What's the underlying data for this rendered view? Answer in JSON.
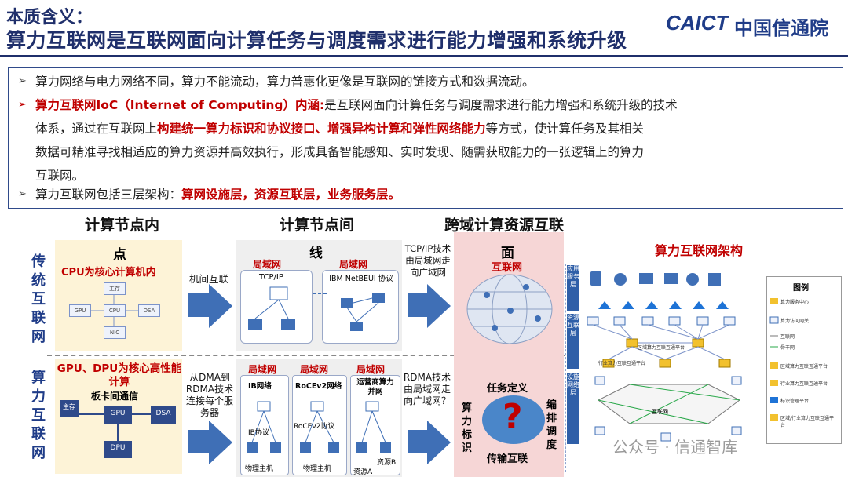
{
  "header": {
    "title_line1": "本质含义：",
    "title_line2": "算力互联网是互联网面向计算任务与调度需求进行能力增强和系统升级",
    "logo_en": "CAICT",
    "logo_cn": "中国信通院"
  },
  "bullets": {
    "b1": "算力网络与电力网络不同，算力不能流动，算力普惠化更像是互联网的链接方式和数据流动。",
    "b2_red": "算力互联网IoC（Internet of Computing）内涵:",
    "b2_text": "是互联网面向计算任务与调度需求进行能力增强和系统升级的技术",
    "b2_l2a": "体系，通过在互联网上",
    "b2_l2red": "构建统一算力标识和协议接口、增强异构计算和弹性网络能力",
    "b2_l2b": "等方式，使计算任务及其相关",
    "b2_l3": "数据可精准寻找相适应的算力资源并高效执行，形成具备智能感知、实时发现、随需获取能力的一张逻辑上的算力",
    "b2_l4": "互联网。",
    "b3_text": "算力互联网包括三层架构：",
    "b3_red": "算网设施层，资源互联层，业务服务层。"
  },
  "sections": {
    "col1": "计算节点内",
    "col2": "计算节点间",
    "col3": "跨域计算资源互联",
    "col4": "算力互联网架构"
  },
  "rows": {
    "traditional": "传统互联网",
    "computing": "算力互联网"
  },
  "traditional_row": {
    "point": "点",
    "cpu_core": "CPU为核心计算机内",
    "chips": [
      "主存",
      "GPU",
      "CPU",
      "DSA",
      "NIC"
    ],
    "arrow1_text": "机间互联",
    "line": "线",
    "lan1": "局域网",
    "lan2": "局域网",
    "tcpip": "TCP/IP",
    "ibm": "IBM NetBEUI 协议",
    "arrow2_text": "TCP/IP技术由局域网走向广域网",
    "plane": "面",
    "internet": "互联网"
  },
  "computing_row": {
    "core_title": "GPU、DPU为核心高性能计算",
    "core_sub": "板卡间通信",
    "chips": [
      "主存",
      "GPU",
      "DSA",
      "DPU"
    ],
    "arrow1_text": "从DMA到RDMA技术连接每个服务器",
    "lan_a": "局域网",
    "lan_b": "局域网",
    "lan_c": "局域网",
    "net_a": "IB网络",
    "net_b": "RoCEv2网络",
    "net_c": "运营商算力并网",
    "proto_a": "IB协议",
    "proto_b": "RoCEv2协议",
    "host_a": "物理主机",
    "host_b": "物理主机",
    "res_b": "资源B",
    "res_a": "资源A",
    "arrow2_text": "RDMA技术由局域网走向广域网？",
    "task_def": "任务定义",
    "compute_id": "算力标识",
    "orchestrate": "编排调度",
    "transport": "传输互联",
    "question": "?"
  },
  "architecture": {
    "layers": [
      "应用服务层",
      "资源互联层",
      "设施网络层"
    ],
    "legend_title": "图例",
    "legend_items": [
      "算力服务中心",
      "算力访问网关",
      "互联网",
      "骨干网",
      "区域算力互联互通平台",
      "行业算力互联互通平台",
      "标识管理平台",
      "区域/行业算力互联互通平台"
    ],
    "core_label": "互联网",
    "region_label": "区域算力互联互通平台",
    "industry_label": "行业算力互联互通平台"
  },
  "watermark": "公众号 · 信通智库"
}
